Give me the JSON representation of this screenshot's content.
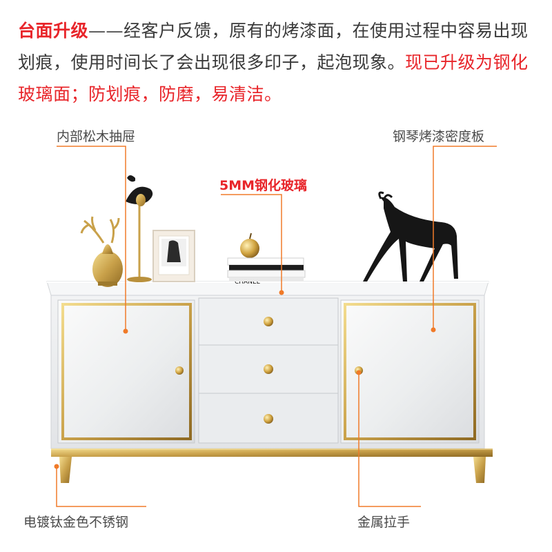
{
  "intro": {
    "lead": "台面升级",
    "dash": "——",
    "body": "经客户反馈，原有的烤漆面，在使用过程中容易出现划痕，使用时间长了会出现很多印子，起泡现象。",
    "upgrade": "现已升级为钢化玻璃面；防划痕，防磨，易清洁。"
  },
  "callouts": {
    "drawer": "内部松木抽屉",
    "panel": "钢琴烤漆密度板",
    "glass": "5MM钢化玻璃",
    "legs": "电镀钛金色不锈钢",
    "handle": "金属拉手"
  },
  "props": {
    "book_brand": "CHANEL"
  },
  "colors": {
    "accent": "#e8252a",
    "callout_line": "#f07a28",
    "gold": "#c9a14a",
    "cabinet": "#eceef0"
  }
}
